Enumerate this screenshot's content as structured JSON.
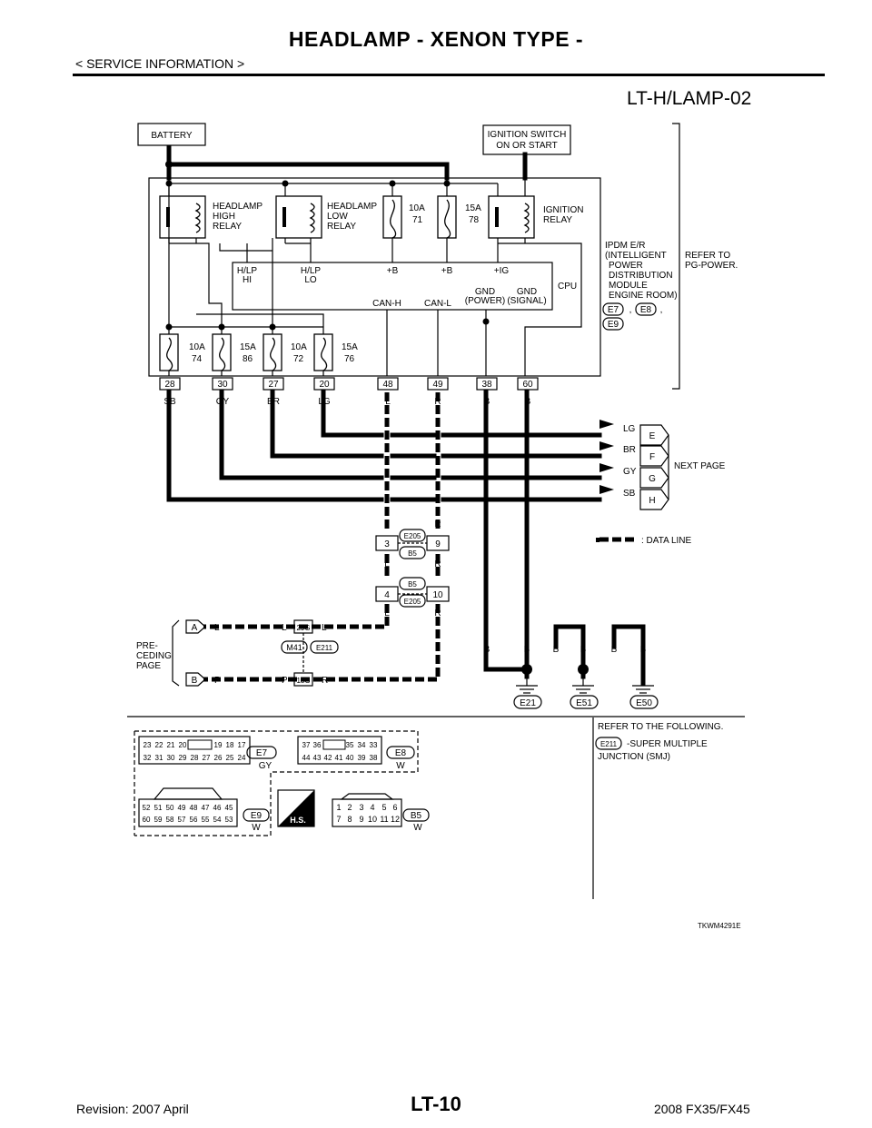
{
  "header": {
    "title": "HEADLAMP - XENON TYPE -",
    "section": "< SERVICE INFORMATION >",
    "diagram_id": "LT-H/LAMP-02"
  },
  "boxes": {
    "battery": "BATTERY",
    "ignition_line1": "IGNITION SWITCH",
    "ignition_line2": "ON OR START"
  },
  "relays": {
    "high": [
      "HEADLAMP",
      "HIGH",
      "RELAY"
    ],
    "low": [
      "HEADLAMP",
      "LOW",
      "RELAY"
    ],
    "ignition": [
      "IGNITION",
      "RELAY"
    ]
  },
  "fuses_top": [
    {
      "amp": "10A",
      "num": "71"
    },
    {
      "amp": "15A",
      "num": "78"
    }
  ],
  "fuses_bottom": [
    {
      "amp": "10A",
      "num": "74"
    },
    {
      "amp": "15A",
      "num": "86"
    },
    {
      "amp": "10A",
      "num": "72"
    },
    {
      "amp": "15A",
      "num": "76"
    }
  ],
  "cpu": {
    "label": "CPU",
    "hlp_hi": [
      "H/LP",
      "HI"
    ],
    "hlp_lo": [
      "H/LP",
      "LO"
    ],
    "plus_b1": "+B",
    "plus_b2": "+B",
    "plus_ig": "+IG",
    "gnd_power": [
      "GND",
      "(POWER)"
    ],
    "gnd_signal": [
      "GND",
      "(SIGNAL)"
    ],
    "can_h": "CAN-H",
    "can_l": "CAN-L"
  },
  "ipdm": {
    "lines": [
      "IPDM E/R",
      "(INTELLIGENT",
      "POWER",
      "DISTRIBUTION",
      "MODULE",
      "ENGINE ROOM)"
    ],
    "connectors": [
      "E7",
      "E8",
      "E9"
    ],
    "sep1": ",",
    "sep2": ",",
    "refer": [
      "REFER TO",
      "PG-POWER."
    ]
  },
  "terminals": [
    {
      "num": "28",
      "color": "SB"
    },
    {
      "num": "30",
      "color": "GY"
    },
    {
      "num": "27",
      "color": "BR"
    },
    {
      "num": "20",
      "color": "LG"
    },
    {
      "num": "48",
      "color": "L"
    },
    {
      "num": "49",
      "color": "R"
    },
    {
      "num": "38",
      "color": "B"
    },
    {
      "num": "60",
      "color": "B"
    }
  ],
  "next_page": {
    "label": "NEXT PAGE",
    "rows": [
      {
        "color": "LG",
        "letter": "E"
      },
      {
        "color": "BR",
        "letter": "F"
      },
      {
        "color": "GY",
        "letter": "G"
      },
      {
        "color": "SB",
        "letter": "H"
      }
    ]
  },
  "data_line_legend": ": DATA LINE",
  "joint1": {
    "left_term": "3",
    "right_term": "9",
    "top": "E205",
    "bottom": "B5",
    "color_l_top": "L",
    "color_r_top": "R",
    "color_l_bot": "L",
    "color_r_bot": "R"
  },
  "joint2": {
    "left_term": "4",
    "right_term": "10",
    "top": "B5",
    "bottom": "E205",
    "color_l_bot": "L",
    "color_r_bot": "R"
  },
  "preceding": {
    "lines": [
      "PRE-",
      "CEDING",
      "PAGE"
    ],
    "row_a": {
      "letter": "A",
      "c1": "L",
      "c2": "L",
      "term": "29G",
      "c3": "L"
    },
    "row_b": {
      "letter": "B",
      "c1": "P",
      "c2": "P",
      "term": "18G",
      "c3": "R"
    },
    "conn_left": "M41",
    "conn_right": "E211"
  },
  "grounds": {
    "colors": [
      "B",
      "B",
      "B",
      "B",
      "B",
      "B"
    ],
    "labels": [
      "E21",
      "E51",
      "E50"
    ]
  },
  "connector_views": {
    "e7": {
      "row1": [
        "23",
        "22",
        "21",
        "20",
        "19",
        "18",
        "17"
      ],
      "row2": [
        "32",
        "31",
        "30",
        "29",
        "28",
        "27",
        "26",
        "25",
        "24"
      ],
      "name": "E7",
      "color": "GY"
    },
    "e8": {
      "row1": [
        "37",
        "36",
        "35",
        "34",
        "33"
      ],
      "row2": [
        "44",
        "43",
        "42",
        "41",
        "40",
        "39",
        "38"
      ],
      "name": "E8",
      "color": "W"
    },
    "e9": {
      "row1": [
        "52",
        "51",
        "50",
        "49",
        "48",
        "47",
        "46",
        "45"
      ],
      "row2": [
        "60",
        "59",
        "58",
        "57",
        "56",
        "55",
        "54",
        "53"
      ],
      "name": "E9",
      "color": "W"
    },
    "b5": {
      "row1": [
        "1",
        "2",
        "3",
        "4",
        "5",
        "6"
      ],
      "row2": [
        "7",
        "8",
        "9",
        "10",
        "11",
        "12"
      ],
      "name": "B5",
      "color": "W"
    },
    "hs_label": "H.S."
  },
  "refer_note": {
    "title": "REFER TO THE FOLLOWING.",
    "connector": "E211",
    "line1": "-SUPER MULTIPLE",
    "line2": "JUNCTION (SMJ)"
  },
  "figure_code": "TKWM4291E",
  "footer": {
    "page": "LT-10",
    "revision": "Revision: 2007 April",
    "model": "2008 FX35/FX45"
  }
}
